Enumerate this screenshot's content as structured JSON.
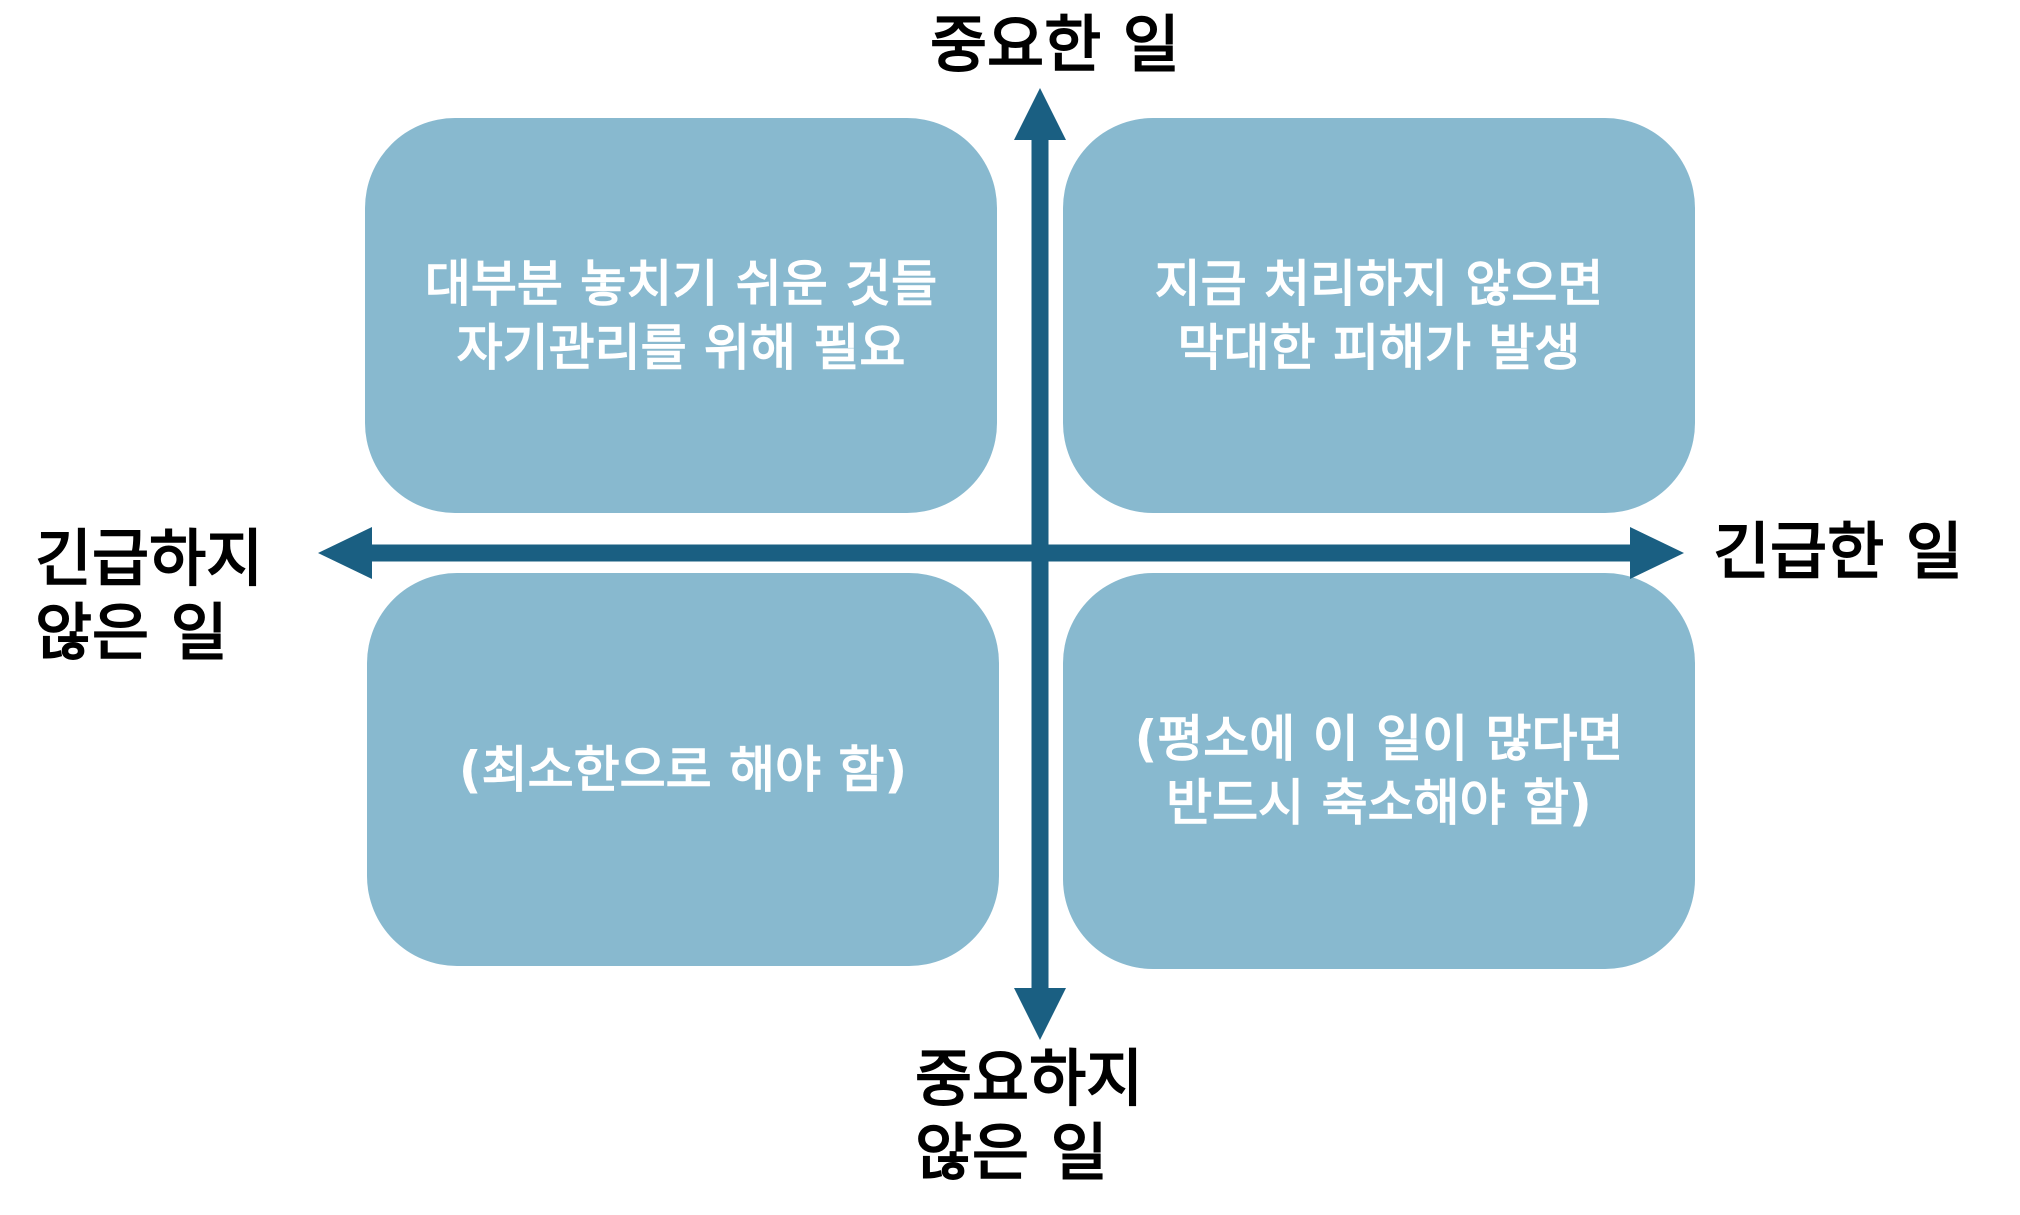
{
  "colors": {
    "quadrant_fill": "#88b9cf",
    "axis": "#1a5f82",
    "quadrant_text": "#ffffff",
    "axis_label_text": "#000000"
  },
  "axes": {
    "top_label": "중요한 일",
    "bottom_label": "중요하지\n않은 일",
    "left_label": "긴급하지\n않은 일",
    "right_label": "긴급한 일"
  },
  "quadrants": {
    "top_left": "대부분 놓치기 쉬운 것들\n자기관리를 위해 필요",
    "top_right": "지금 처리하지 않으면\n막대한 피해가 발생",
    "bottom_left": "(최소한으로 해야 함)",
    "bottom_right": "(평소에 이 일이 많다면\n반드시 축소해야 함)"
  }
}
